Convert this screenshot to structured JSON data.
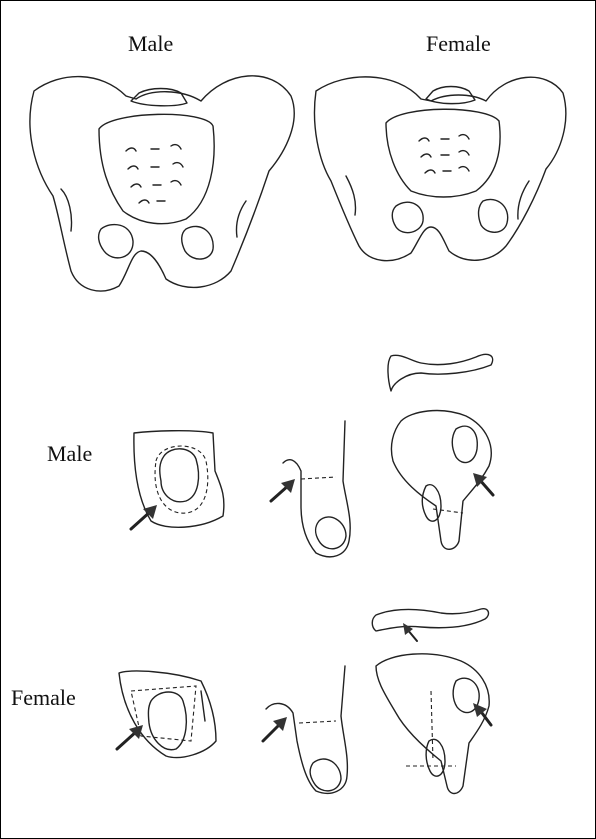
{
  "labels": {
    "top_male": "Male",
    "top_female": "Female",
    "row_male": "Male",
    "row_female": "Female"
  },
  "colors": {
    "line": "#222222",
    "arrow": "#333333",
    "background": "#ffffff"
  }
}
